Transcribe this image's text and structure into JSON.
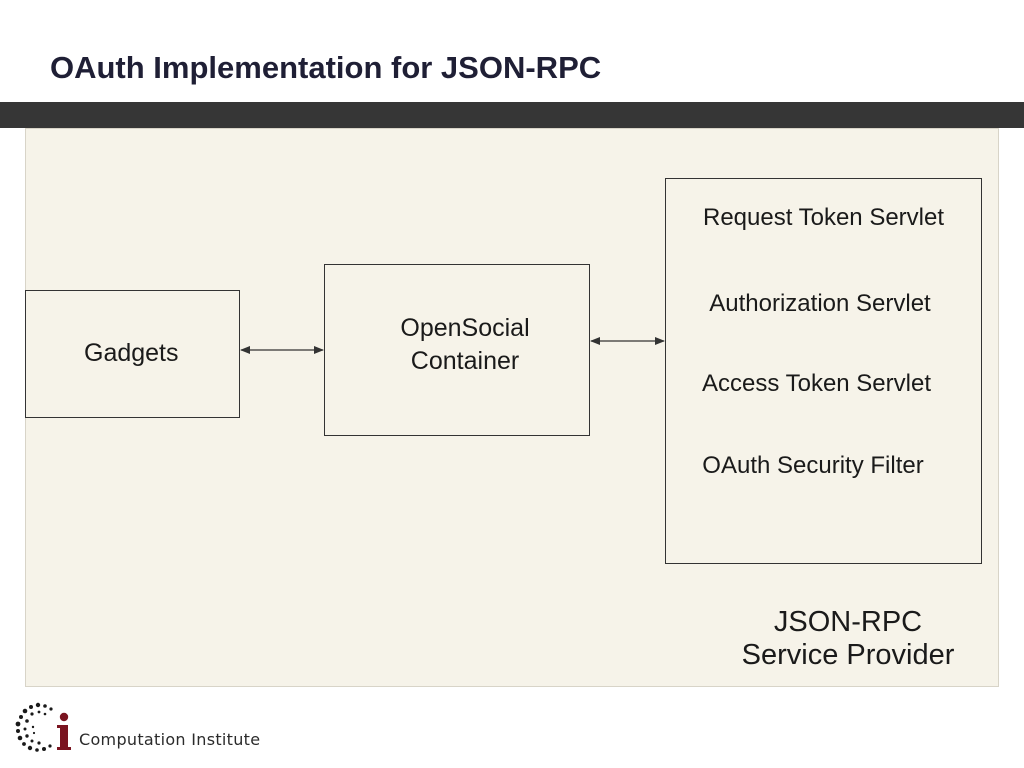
{
  "slide": {
    "title": "OAuth Implementation for JSON-RPC"
  },
  "diagram": {
    "nodes": {
      "gadgets": {
        "label": "Gadgets"
      },
      "container": {
        "label_line1": "OpenSocial",
        "label_line2": "Container"
      },
      "provider": {
        "items": [
          "Request Token Servlet",
          "Authorization Servlet",
          "Access Token Servlet",
          "OAuth Security Filter"
        ],
        "caption_line1": "JSON-RPC",
        "caption_line2": "Service Provider"
      }
    },
    "edges": [
      {
        "from": "gadgets",
        "to": "container",
        "direction": "bidirectional"
      },
      {
        "from": "container",
        "to": "provider",
        "direction": "bidirectional"
      }
    ]
  },
  "footer": {
    "org_name": "Computation Institute",
    "logo_icon": "ci-logo-icon",
    "logo_color": "#7a1420"
  },
  "colors": {
    "title_bar": "#363636",
    "panel_background": "#f6f3e9",
    "title_text": "#1f1f35"
  }
}
